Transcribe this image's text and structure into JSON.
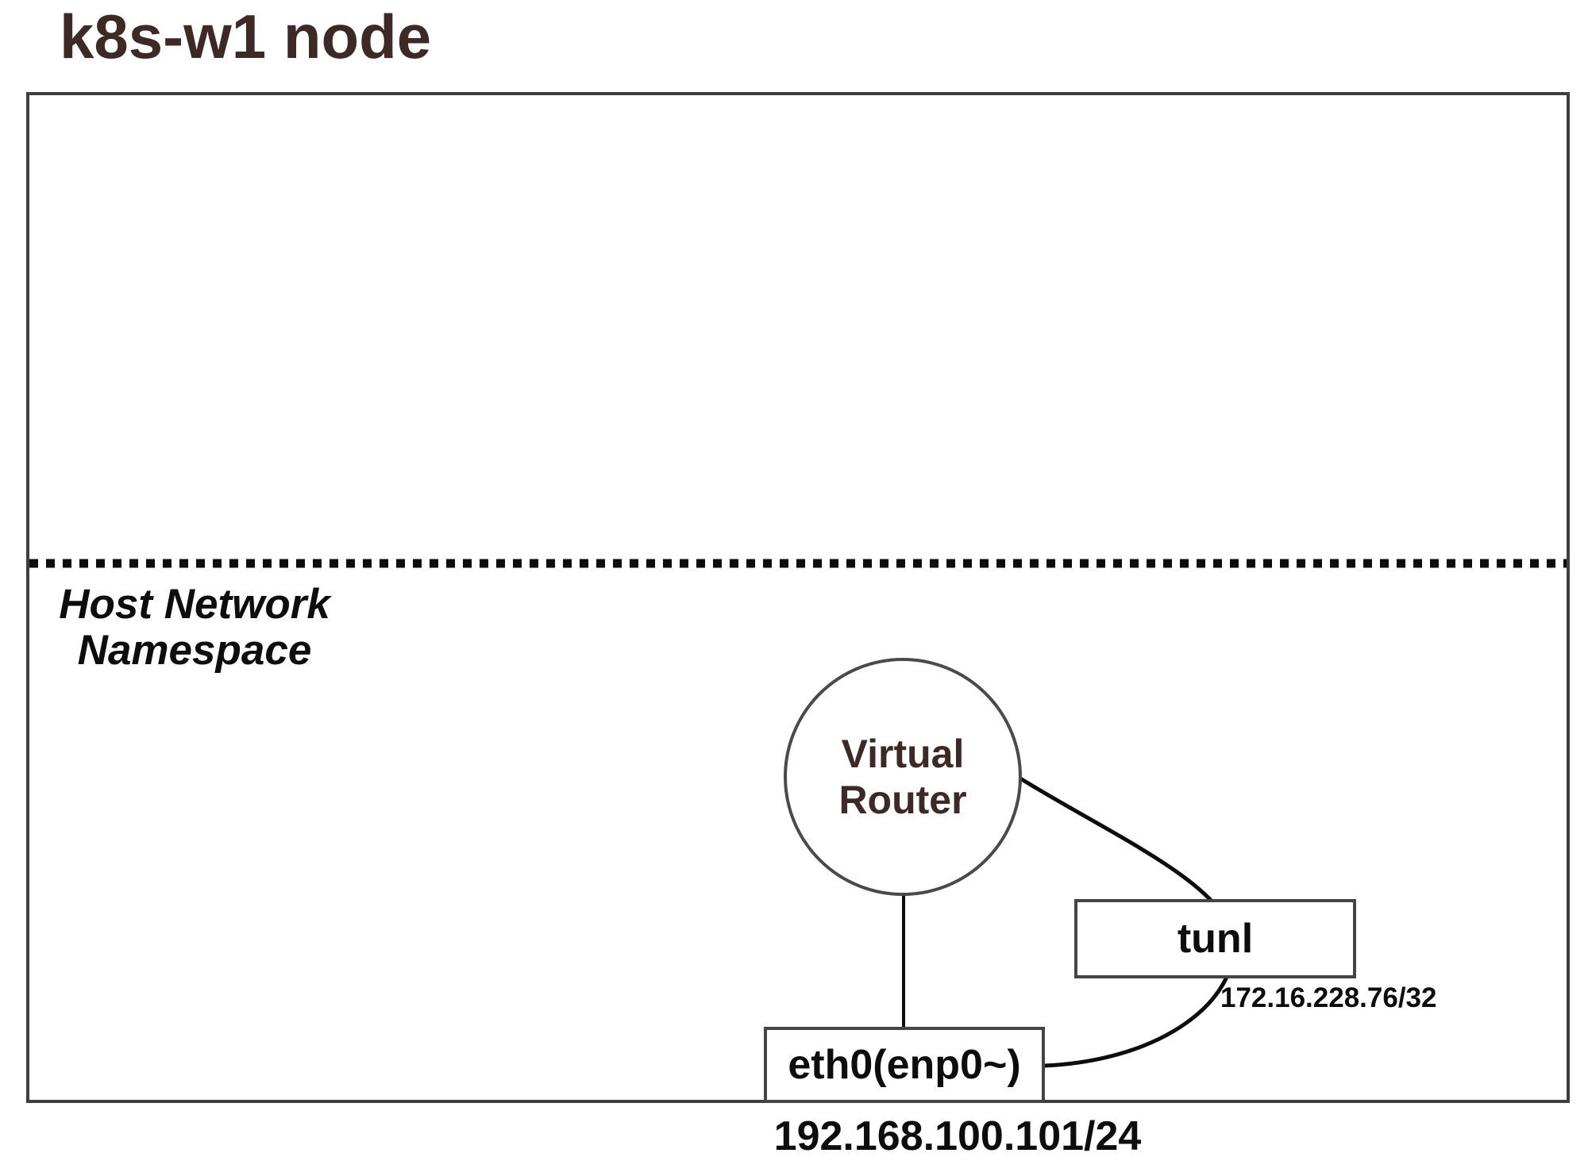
{
  "title": "k8s-w1 node",
  "container": {
    "host_namespace_label": "Host Network Namespace"
  },
  "nodes": {
    "virtual_router": {
      "label": "Virtual Router"
    },
    "tunl": {
      "label": "tunl",
      "ip": "172.16.228.76/32"
    },
    "eth0": {
      "label": "eth0(enp0~)",
      "ip": "192.168.100.101/24"
    }
  },
  "colors": {
    "background": "#ffffff",
    "title_text": "#3d2a26",
    "router_text": "#3d2a26",
    "label_text": "#0d0d0d",
    "border": "#3f3f3f",
    "line": "#0d0d0d"
  }
}
